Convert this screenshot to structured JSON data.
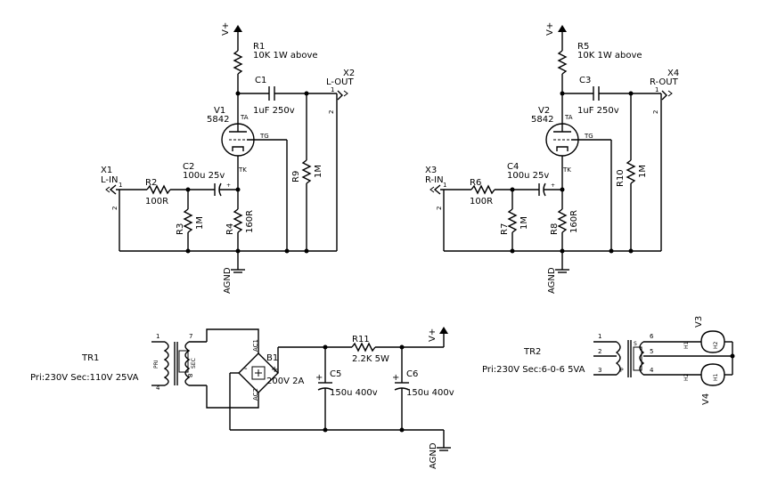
{
  "schematic": {
    "left": {
      "supply": "V+",
      "r_plate": {
        "ref": "R1",
        "value": "10K 1W above"
      },
      "c_out": {
        "ref": "C1",
        "value": "1uF 250v"
      },
      "out_conn": {
        "ref": "X2",
        "label": "L-OUT",
        "pin1": "1",
        "pin2": "2"
      },
      "tube": {
        "ref": "V1",
        "part": "5842",
        "pin_plate": "TA",
        "pin_grid": "TG",
        "pin_cathode": "TK"
      },
      "in_conn": {
        "ref": "X1",
        "label": "L-IN",
        "pin1": "1",
        "pin2": "2"
      },
      "c_cath": {
        "ref": "C2",
        "value": "100u 25v"
      },
      "r_in": {
        "ref": "R2",
        "value": "100R"
      },
      "r_grid": {
        "ref": "R3",
        "value": "1M"
      },
      "r_cath": {
        "ref": "R4",
        "value": "160R"
      },
      "r_load": {
        "ref": "R9",
        "value": "1M"
      },
      "gnd": "AGND"
    },
    "right": {
      "supply": "V+",
      "r_plate": {
        "ref": "R5",
        "value": "10K 1W above"
      },
      "c_out": {
        "ref": "C3",
        "value": "1uF 250v"
      },
      "out_conn": {
        "ref": "X4",
        "label": "R-OUT",
        "pin1": "1",
        "pin2": "2"
      },
      "tube": {
        "ref": "V2",
        "part": "5842",
        "pin_plate": "TA",
        "pin_grid": "TG",
        "pin_cathode": "TK"
      },
      "in_conn": {
        "ref": "X3",
        "label": "R-IN",
        "pin1": "1",
        "pin2": "2"
      },
      "c_cath": {
        "ref": "C4",
        "value": "100u 25v"
      },
      "r_in": {
        "ref": "R6",
        "value": "100R"
      },
      "r_grid": {
        "ref": "R7",
        "value": "1M"
      },
      "r_cath": {
        "ref": "R8",
        "value": "160R"
      },
      "r_load": {
        "ref": "R10",
        "value": "1M"
      },
      "gnd": "AGND"
    },
    "psu": {
      "tr1": {
        "ref": "TR1",
        "spec": "Pri:230V Sec:110V 25VA",
        "pri": "PRI",
        "sec": "SEC",
        "p1": "1",
        "p4": "4",
        "p7": "7",
        "p8": "8"
      },
      "bridge": {
        "ref": "B1",
        "value": "200V 2A",
        "ac1": "AC1",
        "ac2": "AC2",
        "plus": "+",
        "minus": "-"
      },
      "r11": {
        "ref": "R11",
        "value": "2.2K 5W"
      },
      "c5": {
        "ref": "C5",
        "value": "150u 400v",
        "plus": "+"
      },
      "c6": {
        "ref": "C6",
        "value": "150u 400v",
        "plus": "+"
      },
      "supply": "V+",
      "gnd": "AGND"
    },
    "heater": {
      "tr2": {
        "ref": "TR2",
        "spec": "Pri:230V Sec:6-0-6 5VA",
        "p1": "1",
        "p2": "2",
        "p3": "3",
        "p4": "4",
        "p5": "5",
        "p6": "6",
        "s": "S",
        "p": "P"
      },
      "v3": {
        "ref": "V3",
        "h1": "H1",
        "h2": "H2"
      },
      "v4": {
        "ref": "V4",
        "h1": "H1",
        "h2": "H2"
      }
    }
  }
}
